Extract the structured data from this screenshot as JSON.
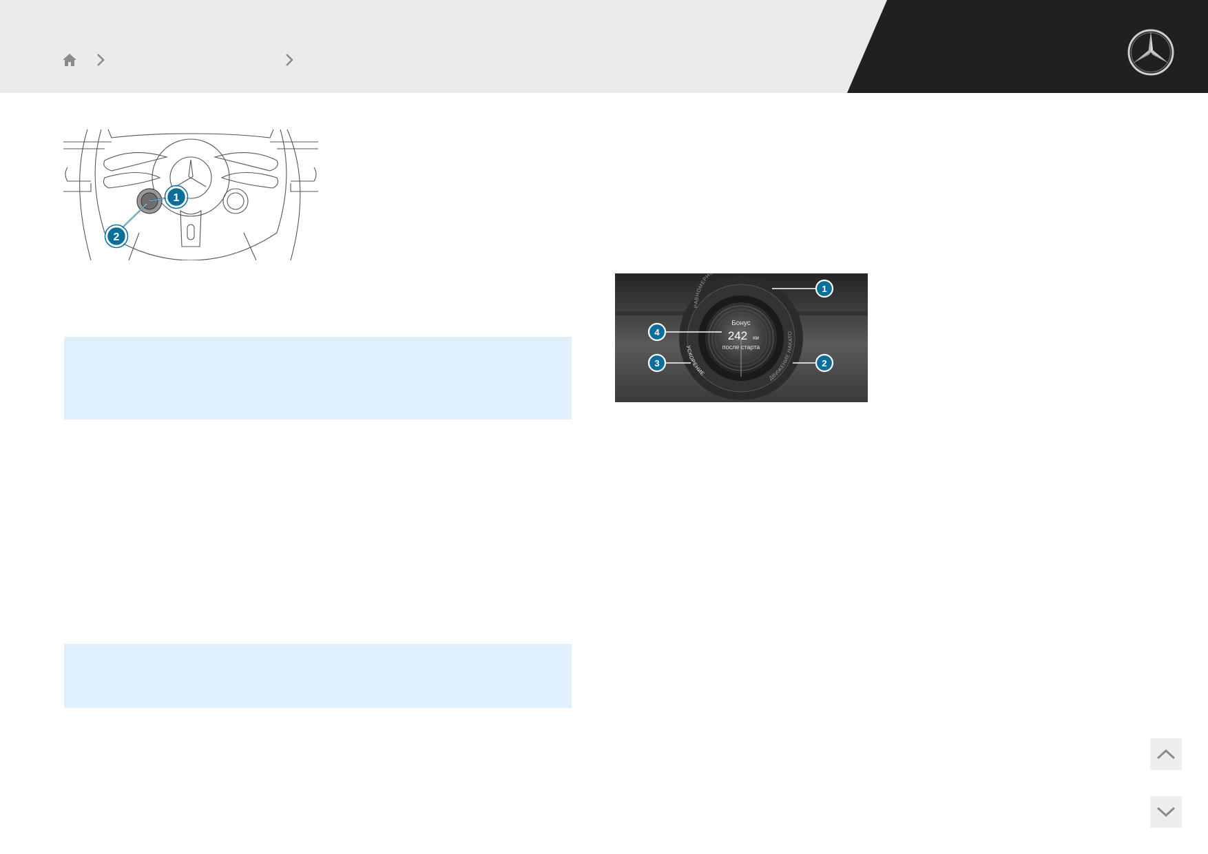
{
  "header": {
    "home_icon": "home-icon",
    "separator_icon": "chevron-right-icon",
    "brand_logo": "mercedes-star-logo"
  },
  "figures": {
    "steering_wheel": {
      "callouts": [
        "1",
        "2"
      ],
      "accent": "#0c6e9b"
    },
    "cluster": {
      "label_top": "РАВНОМЕРНОЕ ДВИЖЕНИЕ",
      "label_right": "ДВИЖЕНИЕ НАКАТОМ",
      "label_left": "УСКОРЕНИЕ",
      "center_title": "Бонус",
      "center_value": "242",
      "center_unit": "км",
      "center_caption": "после старта",
      "callouts": [
        "1",
        "2",
        "3",
        "4"
      ],
      "accent": "#0c6e9b"
    }
  },
  "info_boxes": {
    "color": "#dff0fc"
  },
  "navigation": {
    "up_icon": "chevron-up-icon",
    "down_icon": "chevron-down-icon"
  },
  "colors": {
    "header_bg": "#ebebeb",
    "brand_panel": "#1f2022",
    "callout": "#0c6e9b"
  }
}
